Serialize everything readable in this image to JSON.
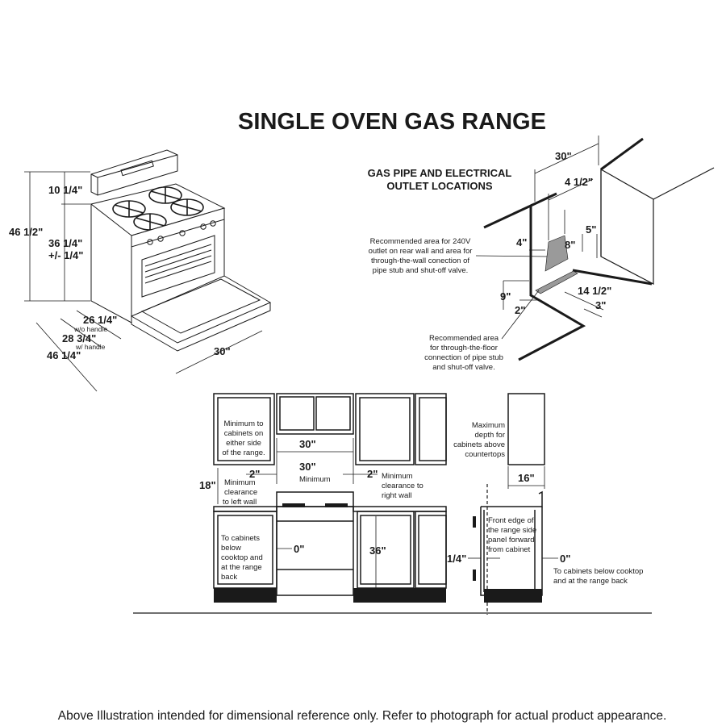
{
  "title": "SINGLE OVEN GAS RANGE",
  "range_dims": {
    "top_height": "10 1/4\"",
    "total_height": "46 1/2\"",
    "cooktop_height_1": "36 1/4\"",
    "cooktop_height_2": "+/- 1/4\"",
    "depth_wo_handle": "26 1/4\"",
    "wo_handle_label": "w/o handle",
    "depth_w_handle": "28 3/4\"",
    "w_handle_label": "w/ handle",
    "depth_door_open": "46 1/4\"",
    "width": "30\""
  },
  "gas_pipe": {
    "title_1": "GAS PIPE AND ELECTRICAL",
    "title_2": "OUTLET LOCATIONS",
    "width": "30\"",
    "d_4_1_2": "4 1/2\"",
    "d_5": "5\"",
    "d_8": "8\"",
    "d_4": "4\"",
    "d_9": "9\"",
    "d_2": "2\"",
    "d_14_1_2": "14 1/2\"",
    "d_3": "3\"",
    "note_wall": [
      "Recommended area for 240V",
      "outlet on rear wall and area for",
      "through-the-wall conection of",
      "pipe stub and shut-off valve."
    ],
    "note_floor": [
      "Recommended area",
      "for through-the-floor",
      "connection of pipe stub",
      "and shut-off valve."
    ]
  },
  "install": {
    "note_min_cab": [
      "Minimum to",
      "cabinets on",
      "either side",
      "of the range."
    ],
    "upper_30": "30\"",
    "d_2_left": "2\"",
    "min_30": "30\"",
    "minimum_label": "Minimum",
    "d_2_right": "2\"",
    "note_right_wall": [
      "Minimum",
      "clearance to",
      "right wall"
    ],
    "d_18": "18\"",
    "note_left_wall": [
      "Minimum",
      "clearance",
      "to left wall"
    ],
    "note_cab_below": [
      "To cabinets",
      "below",
      "cooktop and",
      "at the range",
      "back"
    ],
    "d_0_front": "0\"",
    "d_36": "36\"",
    "note_max_depth": [
      "Maximum",
      "depth for",
      "cabinets above",
      "countertops"
    ],
    "d_16": "16\"",
    "note_front_edge": [
      "Front edge of",
      "the range side",
      "panel forward",
      "from cabinet"
    ],
    "d_1_4": "1/4\"",
    "d_0_side": "0\"",
    "note_cab_below_side": [
      "To cabinets below cooktop",
      "and at the range back"
    ]
  },
  "footer": "Above Illustration intended for dimensional reference only. Refer to photograph for actual product appearance."
}
